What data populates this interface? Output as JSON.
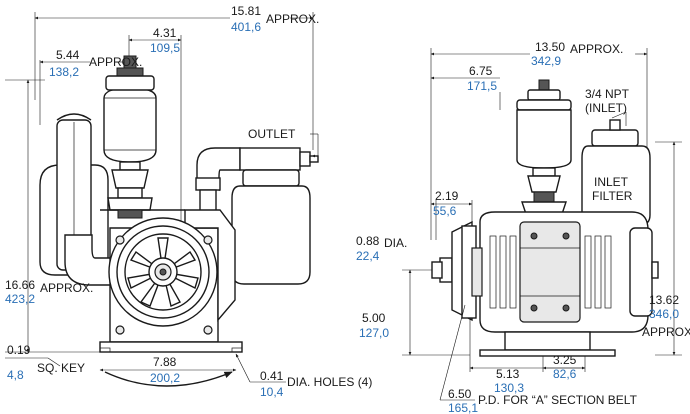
{
  "front": {
    "overall_width_in": "15.81",
    "overall_width_mm": "401,6",
    "overall_width_note": "APPROX.",
    "left_to_filter_in": "5.44",
    "left_to_filter_mm": "138,2",
    "left_to_filter_note": "APPROX.",
    "filter_to_center_in": "4.31",
    "filter_to_center_mm": "109,5",
    "outlet_label": "OUTLET",
    "height_in": "16.66",
    "height_mm": "423,2",
    "height_note": "APPROX.",
    "key_in": "0.19",
    "key_mm": "4,8",
    "key_label": "SQ. KEY",
    "base_in": "7.88",
    "base_mm": "200,2",
    "holes_in": "0.41",
    "holes_mm": "10,4",
    "holes_label": "DIA. HOLES (4)"
  },
  "side": {
    "overall_width_in": "13.50",
    "overall_width_mm": "342,9",
    "overall_width_note": "APPROX.",
    "left_to_filter_in": "6.75",
    "left_to_filter_mm": "171,5",
    "npt_label_1": "3/4 NPT",
    "npt_label_2": "(INLET)",
    "inlet_filter_1": "INLET",
    "inlet_filter_2": "FILTER",
    "pulley_width_in": "2.19",
    "pulley_width_mm": "55,6",
    "shaft_dia_in": "0.88",
    "shaft_dia_mm": "22,4",
    "shaft_dia_label": "DIA.",
    "shaft_height_in": "5.00",
    "shaft_height_mm": "127,0",
    "depth_in": "13.62",
    "depth_mm": "346,0",
    "depth_note": "APPROX.",
    "base_a_in": "5.13",
    "base_a_mm": "130,3",
    "base_b_in": "3.25",
    "base_b_mm": "82,6",
    "pd_in": "6.50",
    "pd_mm": "165,1",
    "pd_label": "P.D. FOR “A” SECTION BELT"
  }
}
